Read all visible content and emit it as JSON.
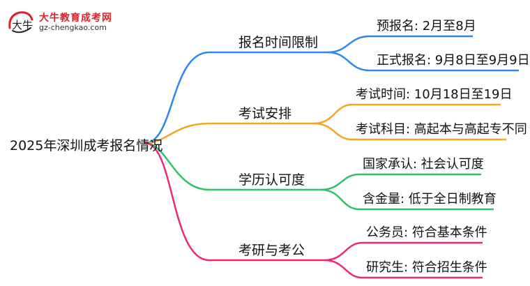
{
  "logo": {
    "name_cn": "大牛教育成考网",
    "url": "gz-chengkao.com",
    "mark_text": "大牛"
  },
  "root": "2025年深圳成考报名情况",
  "colors": {
    "branch1": "#2f87e8",
    "branch2": "#f2a81d",
    "branch3": "#2ec26a",
    "branch4": "#ea2a77",
    "logo_red": "#d9242b"
  },
  "branches": [
    {
      "label": "报名时间限制",
      "leaves": [
        "预报名: 2月至8月",
        "正式报名: 9月8日至9月9日"
      ]
    },
    {
      "label": "考试安排",
      "leaves": [
        "考试时间: 10月18日至19日",
        "考试科目: 高起本与高起专不同"
      ]
    },
    {
      "label": "学历认可度",
      "leaves": [
        "国家承认: 社会认可度",
        "含金量: 低于全日制教育"
      ]
    },
    {
      "label": "考研与考公",
      "leaves": [
        "公务员: 符合基本条件",
        "研究生: 符合招生条件"
      ]
    }
  ]
}
